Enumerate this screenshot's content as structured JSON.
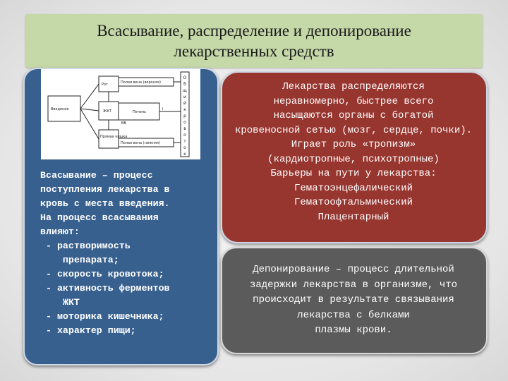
{
  "slide": {
    "title_lines": [
      "Всасывание, распределение и депонирование",
      "лекарственных средств"
    ]
  },
  "diagram": {
    "labels": {
      "rot": "Рот",
      "polost_vverh": "Полая вена (верхняя)",
      "polost_niz": "Полая вена (нижняя)",
      "vvedenie": "Введение",
      "zhkt": "ЖКТ",
      "pechen": "Печень",
      "pryamaya": "Прямая кишка",
      "vv": "ВВ",
      "l": "I",
      "column": "Общий кровоток"
    },
    "column_letters": [
      "О",
      "б",
      "щ",
      "и",
      "й",
      "к",
      "р",
      "о",
      "в",
      "о",
      "т",
      "о",
      "к"
    ]
  },
  "left_panel": {
    "lines": [
      "Всасывание – процесс",
      "поступления лекарства в",
      "кровь с места введения.",
      "На процесс всасывания",
      "влияют:",
      " - растворимость",
      "    препарата;",
      " - скорость кровотока;",
      " - активность ферментов",
      "    ЖКТ",
      " - моторика кишечника;",
      " - характер пищи;"
    ]
  },
  "red_panel": {
    "lines": [
      "Лекарства распределяются",
      "неравномерно, быстрее всего",
      "насыщаются органы с богатой",
      "кровеносной сетью (мозг, сердце, почки).",
      "Играет роль «тропизм»",
      "(кардиотропные, психотропные)",
      "Барьеры на пути у лекарства:",
      "Гематоэнцефалический",
      "Гематоофтальмический",
      "Плацентарный"
    ]
  },
  "gray_panel": {
    "lines": [
      "Депонирование – процесс длительной",
      "задержки лекарства в организме, что",
      "происходит в результате связывания",
      "лекарства с белками",
      "плазмы крови."
    ]
  },
  "colors": {
    "title_bg": "#c5d8a8",
    "left_bg": "#37608f",
    "red_bg": "#97352f",
    "gray_bg": "#5b5b5b"
  }
}
